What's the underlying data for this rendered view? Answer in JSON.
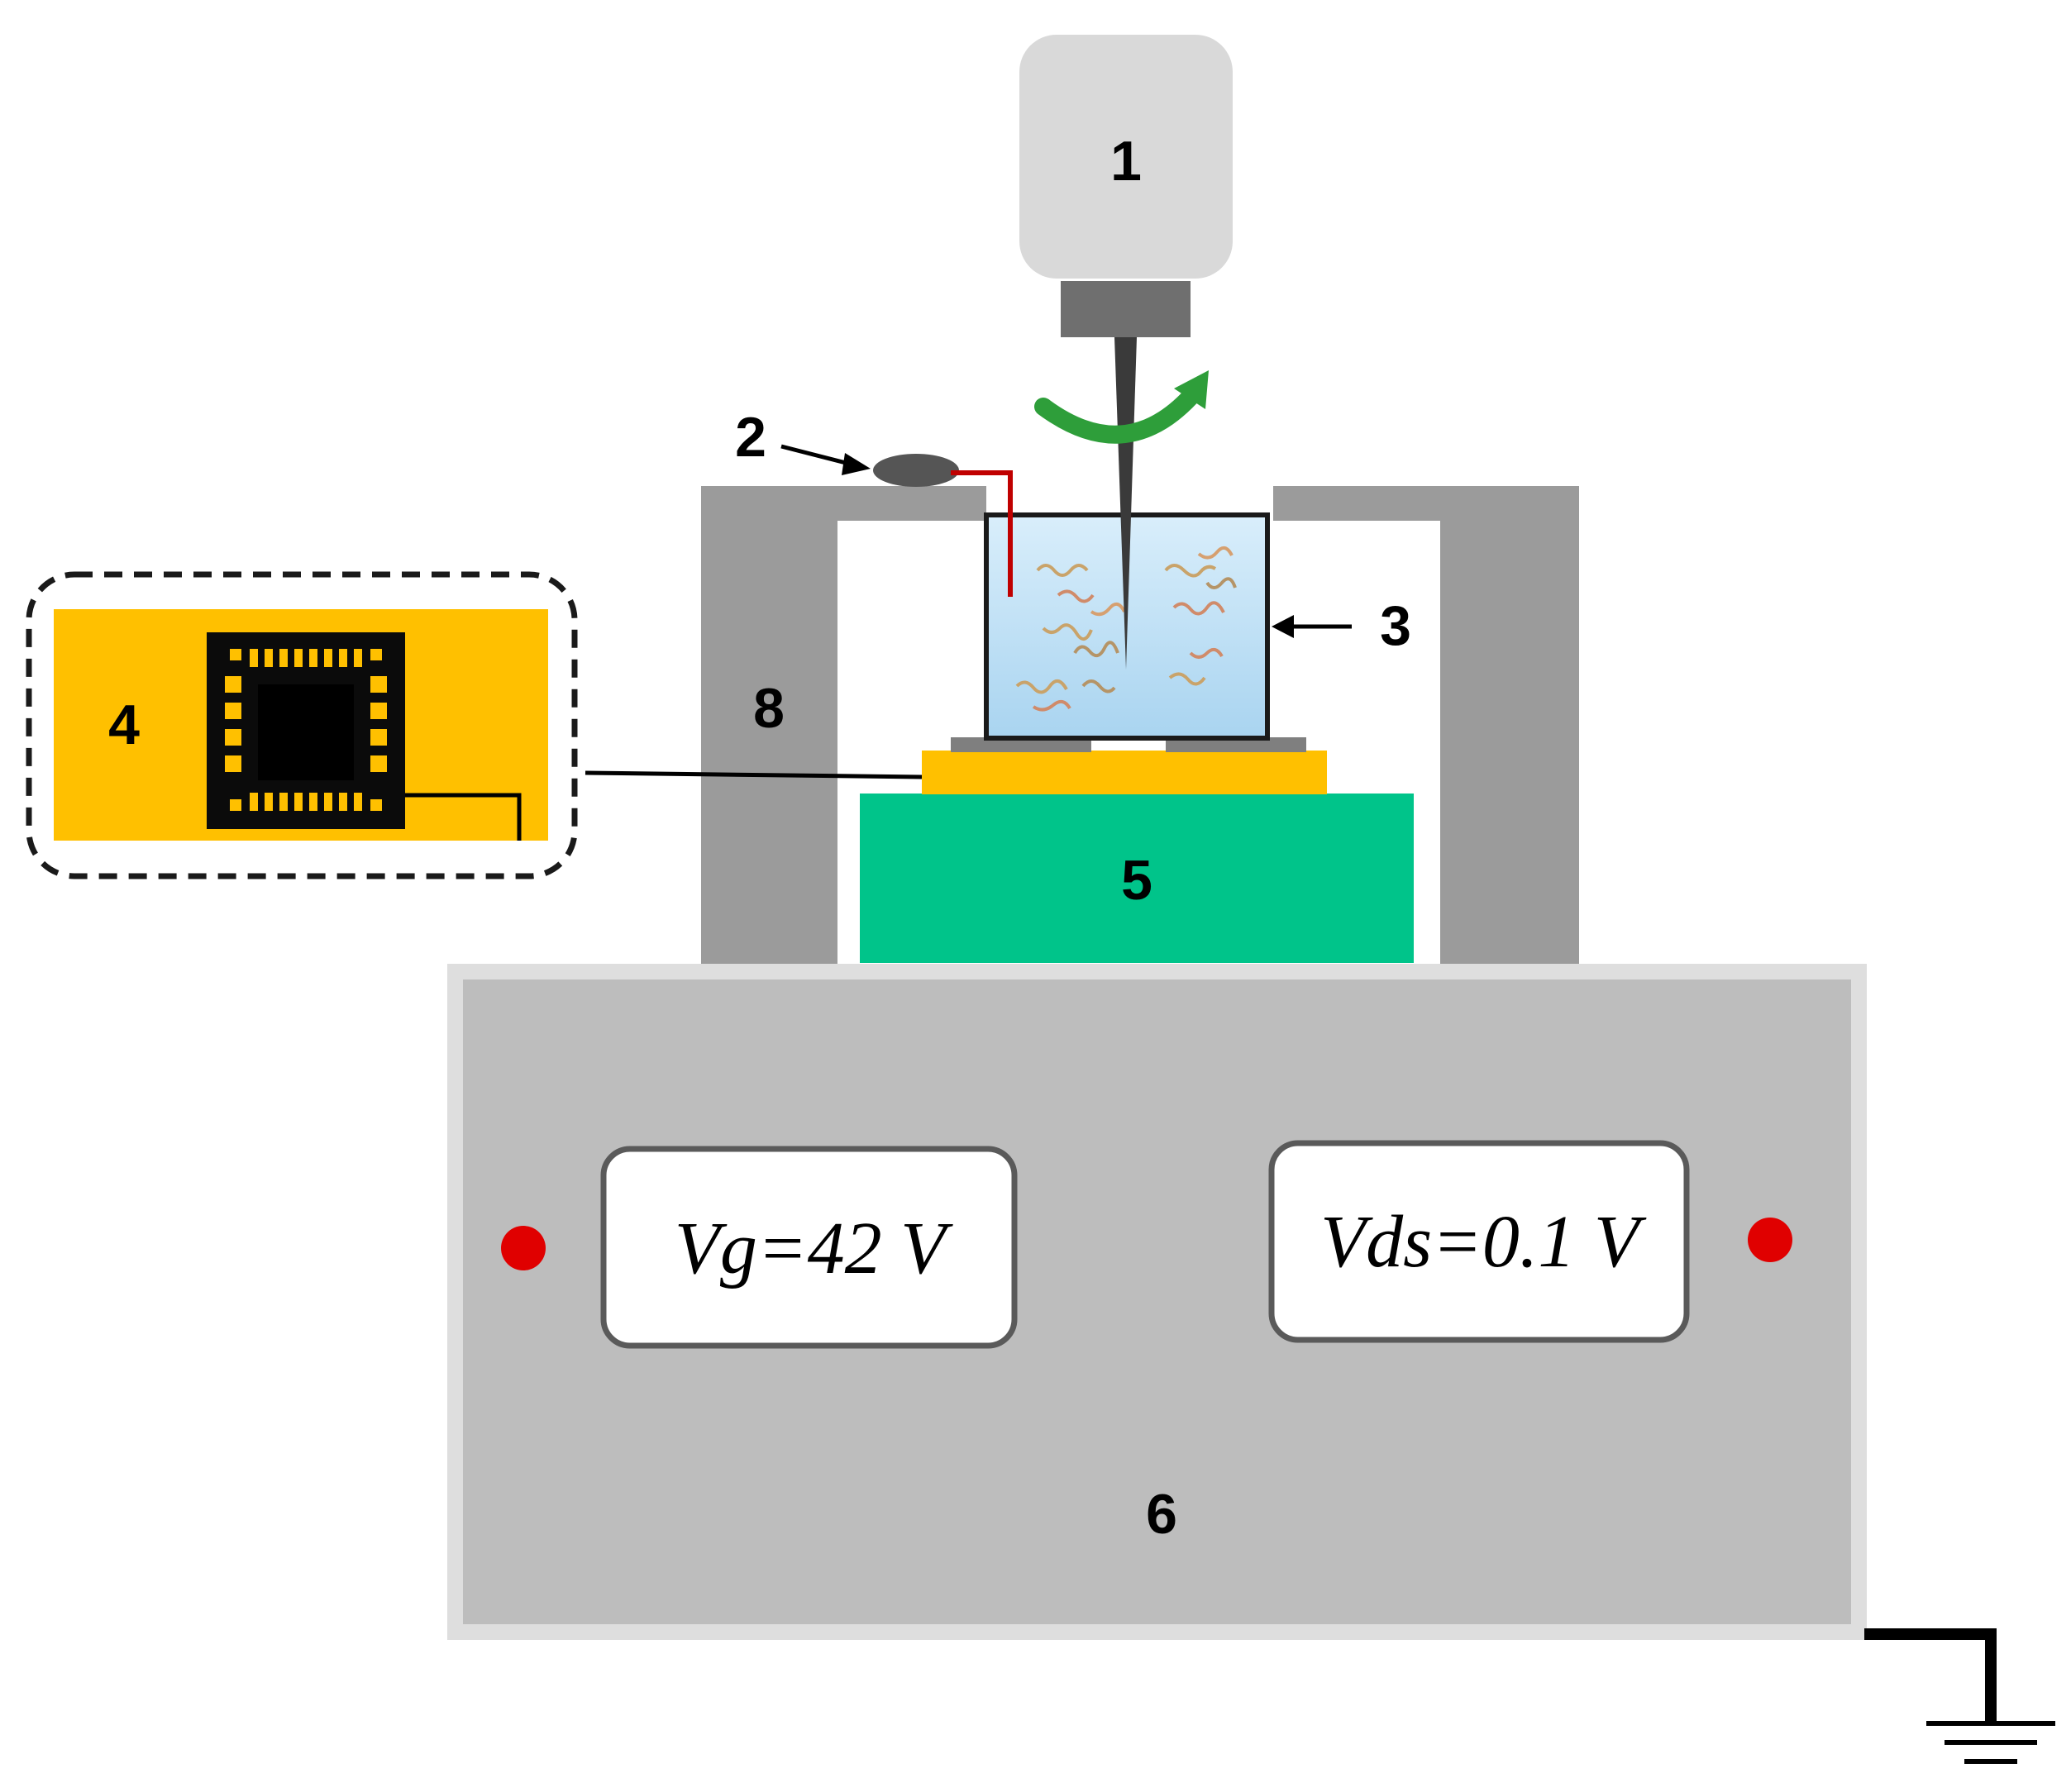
{
  "labels": {
    "stirrer": "1",
    "electrode": "2",
    "chamber": "3",
    "chip": "4",
    "stage": "5",
    "instrument": "6",
    "frame": "8"
  },
  "readouts": {
    "gate_voltage": "Vg=42 V",
    "drain_source_voltage": "Vds=0.1 V"
  },
  "colors": {
    "frame_gray": "#9b9b9b",
    "instrument_gray": "#bdbdbd",
    "instrument_border": "#dedede",
    "chip_gold": "#ffc000",
    "stage_green": "#00c48a",
    "liquid_blue": "#c6e3f7",
    "arrow_green": "#2e9e3a",
    "indicator_red": "#e00000",
    "wire_red": "#c00000",
    "electrode_dark": "#555555"
  },
  "icons": {
    "rotation": "rotation-arrow-icon",
    "ground": "ground-symbol-icon",
    "indicator": "red-dot-icon"
  }
}
